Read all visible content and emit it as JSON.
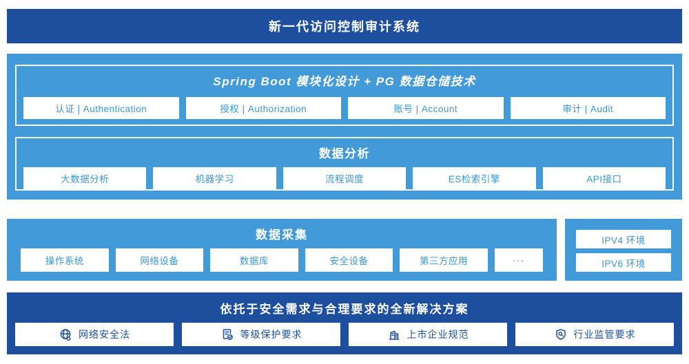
{
  "colors": {
    "dark_blue": "#1d4f9e",
    "mid_blue": "#429ad8",
    "box_text_blue": "#3a97d5",
    "box_bg": "#ffffff"
  },
  "header": {
    "title": "新一代访问控制审计系统"
  },
  "platform": {
    "spring": {
      "title": "Spring Boot 模块化设计 + PG 数据仓储技术",
      "items": [
        "认证 | Authentication",
        "授权 | Authorization",
        "账号 | Account",
        "审计 | Audit"
      ]
    },
    "analysis": {
      "title": "数据分析",
      "items": [
        "大数据分析",
        "机器学习",
        "流程调度",
        "ES检索引擎",
        "API接口"
      ]
    }
  },
  "collection": {
    "title": "数据采集",
    "items": [
      "操作系统",
      "网络设备",
      "数据库",
      "安全设备",
      "第三方应用",
      "···"
    ]
  },
  "environment": {
    "items": [
      "IPV4 环境",
      "IPV6 环境"
    ]
  },
  "solution": {
    "title": "依托于安全需求与合理要求的全新解决方案",
    "items": [
      {
        "icon": "globe-icon",
        "label": "网络安全法"
      },
      {
        "icon": "document-check-icon",
        "label": "等级保护要求"
      },
      {
        "icon": "building-icon",
        "label": "上市企业规范"
      },
      {
        "icon": "shield-search-icon",
        "label": "行业监管要求"
      }
    ]
  }
}
